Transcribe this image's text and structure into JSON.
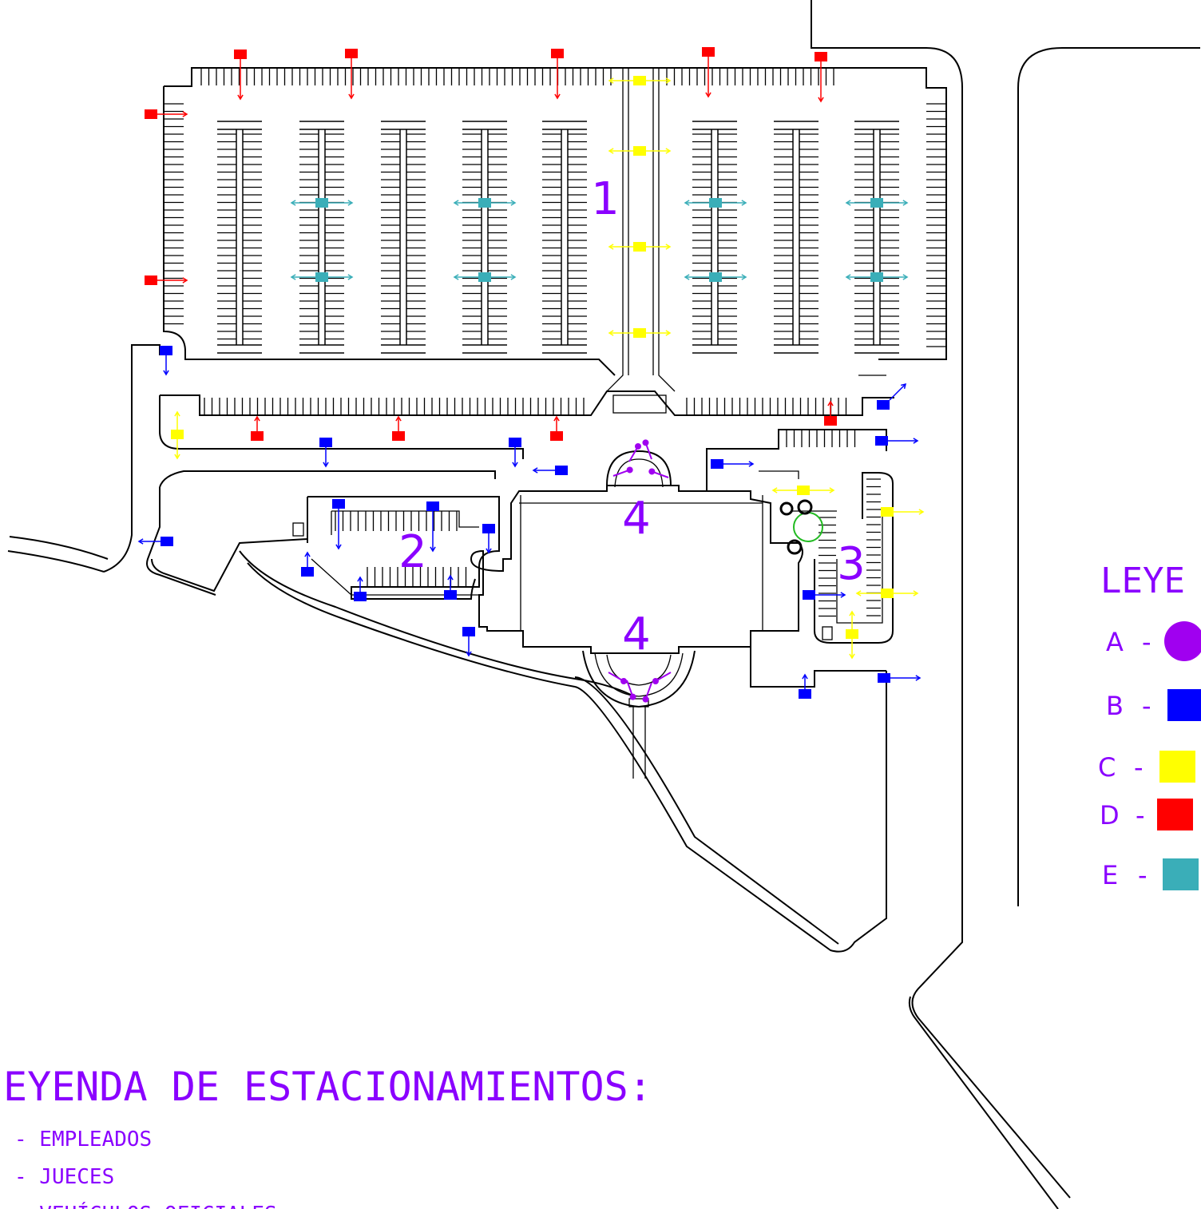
{
  "colors": {
    "purple": "#a000f0",
    "label": "#8a00ff",
    "blue": "#0000ff",
    "yellow": "#ffff00",
    "red": "#ff0000",
    "teal": "#3aaeb8",
    "green": "#22bb22"
  },
  "zones": [
    {
      "label": "1"
    },
    {
      "label": "2"
    },
    {
      "label": "3"
    },
    {
      "label": "4"
    },
    {
      "label": "4"
    }
  ],
  "legend_right": {
    "title": "LEYE",
    "items": [
      {
        "letter": "A",
        "dash": "-",
        "shape": "circle",
        "color": "#a000f0"
      },
      {
        "letter": "B",
        "dash": "-",
        "shape": "square",
        "color": "#0000ff"
      },
      {
        "letter": "C",
        "dash": "-",
        "shape": "square",
        "color": "#ffff00"
      },
      {
        "letter": "D",
        "dash": "-",
        "shape": "square",
        "color": "#ff0000"
      },
      {
        "letter": "E",
        "dash": "-",
        "shape": "square",
        "color": "#3aaeb8"
      }
    ]
  },
  "legend_bottom": {
    "title": "EYENDA DE ESTACIONAMIENTOS:",
    "items": [
      {
        "text": "- EMPLEADOS"
      },
      {
        "text": "- JUECES"
      },
      {
        "text": "- VEHÍCULOS OFICIALES"
      }
    ]
  }
}
